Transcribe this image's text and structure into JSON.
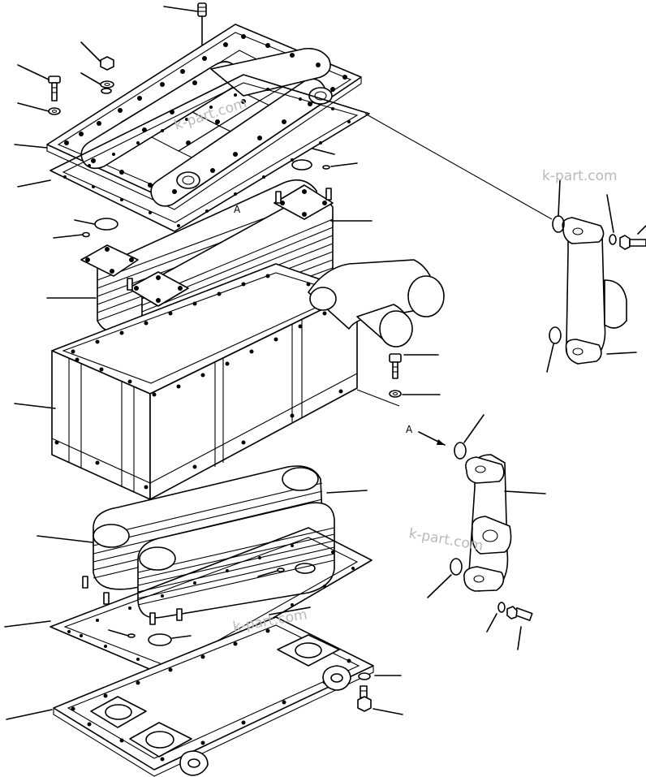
{
  "markers": [
    "A",
    "A"
  ],
  "watermark": "k-part.com"
}
